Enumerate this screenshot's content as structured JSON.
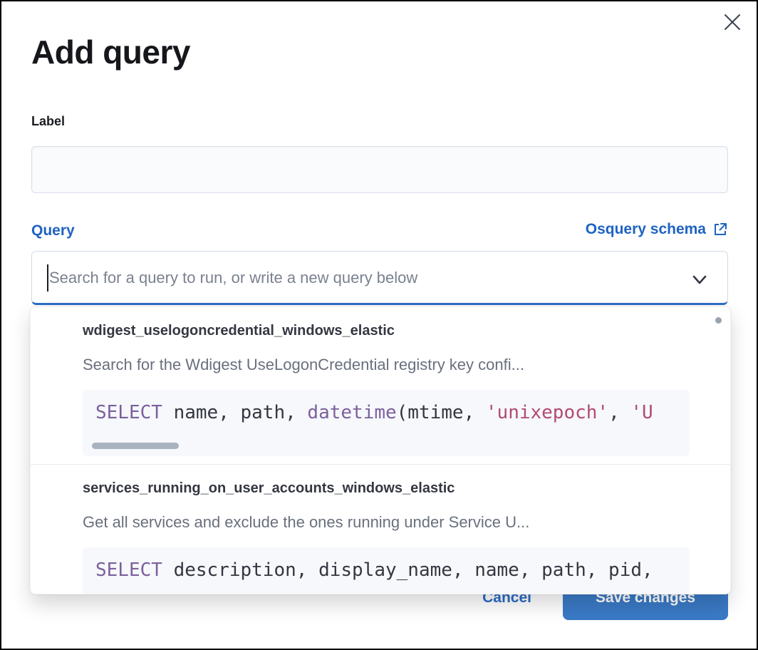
{
  "modal": {
    "title": "Add query"
  },
  "label_field": {
    "label": "Label",
    "value": ""
  },
  "query_field": {
    "label": "Query",
    "schema_link_label": "Osquery schema",
    "combobox_placeholder": "Search for a query to run, or write a new query below"
  },
  "dropdown": {
    "options": [
      {
        "id": "wdigest_uselogoncredential_windows_elastic",
        "description": "Search for the Wdigest UseLogonCredential registry key confi...",
        "code": [
          {
            "text": "SELECT",
            "type": "keyword"
          },
          {
            "text": " name, path, ",
            "type": "plain"
          },
          {
            "text": "datetime",
            "type": "keyword"
          },
          {
            "text": "(mtime, ",
            "type": "plain"
          },
          {
            "text": "'unixepoch'",
            "type": "string"
          },
          {
            "text": ", ",
            "type": "plain"
          },
          {
            "text": "'U",
            "type": "string"
          }
        ]
      },
      {
        "id": "services_running_on_user_accounts_windows_elastic",
        "description": "Get all services and exclude the ones running under Service U...",
        "code": [
          {
            "text": "SELECT",
            "type": "keyword"
          },
          {
            "text": " description, display_name, name, path, pid,",
            "type": "plain"
          }
        ]
      }
    ]
  },
  "footer": {
    "cancel_label": "Cancel",
    "save_label": "Save changes"
  },
  "icons": {
    "close": "x-cross",
    "chevron_down": "chevron-down",
    "external_link": "box-with-arrow"
  },
  "colors": {
    "accent_blue": "#1e63c2",
    "focus_underline_blue": "#2e6cc8",
    "save_button_blue": "#3a7ac6",
    "code_keyword_purple": "#7c609e",
    "code_string_pink": "#b34a72",
    "code_plain": "#343741",
    "description_gray": "#69707d",
    "code_background": "#f6f8fb",
    "modal_border": "#000000"
  }
}
